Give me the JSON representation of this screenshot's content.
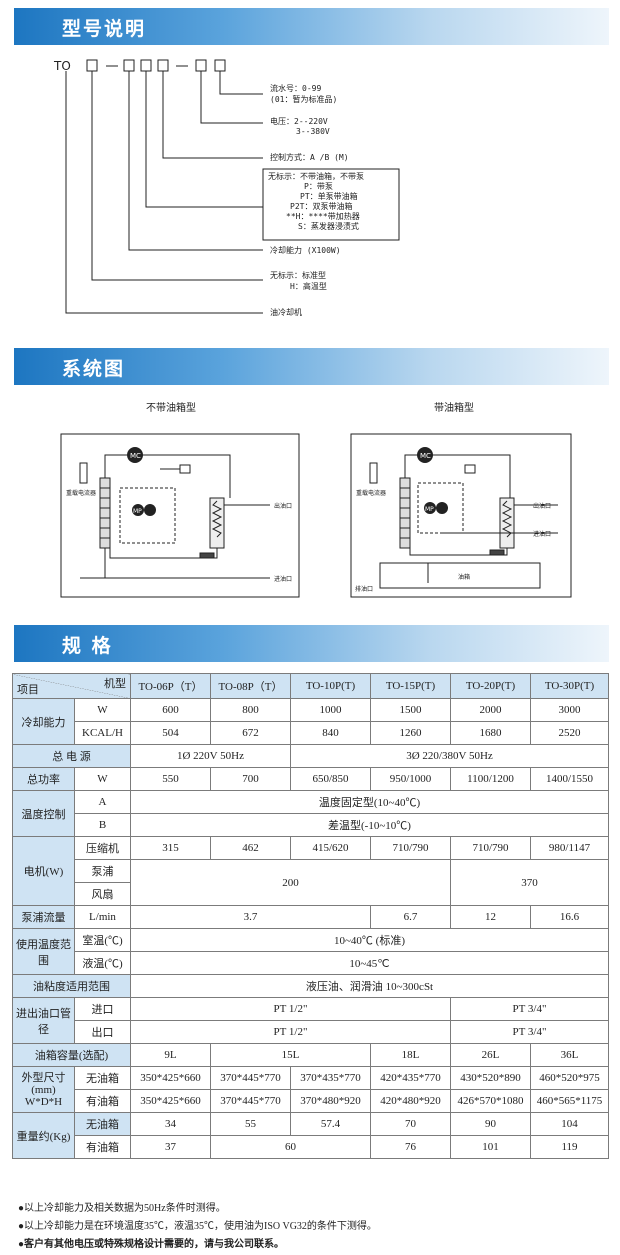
{
  "sections": {
    "model_title": "型号说明",
    "system_title": "系统图",
    "spec_title": "规  格"
  },
  "model": {
    "prefix": "TO",
    "serial_label": "流水号：0-99",
    "serial_note": "(01：暂为标准品)",
    "voltage_label": "电压：2--220V",
    "voltage_alt": "3--380V",
    "control_label": "控制方式：A /B (M)",
    "box_lines": [
      "无标示：不带油箱，不带泵",
      "P：带泵",
      "PT：单泵带油箱",
      "P2T：双泵带油箱",
      "**H：****带加热器",
      "S：蒸发器浸渍式"
    ],
    "capacity_label": "冷却能力 (X100W)",
    "type_label": "无标示：标准型",
    "type_alt": "H：高温型",
    "product_label": "油冷却机"
  },
  "system": {
    "left_title": "不带油箱型",
    "right_title": "带油箱型",
    "mc": "MC",
    "mp": "MP",
    "left_tags": {
      "flow": "重载电流器",
      "out": "出油口",
      "in": "进油口"
    },
    "right_tags": {
      "flow": "重载电流器",
      "out": "出油口",
      "in": "进油口",
      "tank": "油箱",
      "drain": "排油口"
    }
  },
  "table": {
    "header_corner_top": "机型",
    "header_corner_bottom": "项目",
    "models": [
      "TO-06P（T）",
      "TO-08P（T）",
      "TO-10P(T)",
      "TO-15P(T)",
      "TO-20P(T)",
      "TO-30P(T)"
    ],
    "cooling": {
      "label": "冷却能力",
      "w_unit": "W",
      "w": [
        "600",
        "800",
        "1000",
        "1500",
        "2000",
        "3000"
      ],
      "k_unit": "KCAL/H",
      "k": [
        "504",
        "672",
        "840",
        "1260",
        "1680",
        "2520"
      ]
    },
    "power_source": {
      "label": "总  电  源",
      "a": "1Ø 220V 50Hz",
      "b": "3Ø 220/380V 50Hz"
    },
    "total_power": {
      "label": "总功率",
      "unit": "W",
      "v": [
        "550",
        "700",
        "650/850",
        "950/1000",
        "1100/1200",
        "1400/1550"
      ]
    },
    "temp_ctrl": {
      "label": "温度控制",
      "a_unit": "A",
      "a": "温度固定型(10~40℃)",
      "b_unit": "B",
      "b": "差温型(-10~10℃)"
    },
    "motor": {
      "label": "电机(W)",
      "comp": "压缩机",
      "comp_v": [
        "315",
        "462",
        "415/620",
        "710/790",
        "710/790",
        "980/1147"
      ],
      "pump": "泵浦",
      "fan": "风扇",
      "pf_a": "200",
      "pf_b": "370"
    },
    "pump_flow": {
      "label": "泵浦流量",
      "unit": "L/min",
      "a": "3.7",
      "b": "6.7",
      "c": "12",
      "d": "16.6"
    },
    "use_temp": {
      "label": "使用温度范围",
      "room": "室温(℃)",
      "room_v": "10~40℃ (标准)",
      "oil": "液温(℃)",
      "oil_v": "10~45℃"
    },
    "viscosity": {
      "label": "油粘度适用范围",
      "v": "液压油、润滑油 10~300cSt"
    },
    "port": {
      "label": "进出油口管径",
      "in": "进口",
      "in_a": "PT 1/2\"",
      "in_b": "PT 3/4\"",
      "out": "出口",
      "out_a": "PT 1/2\"",
      "out_b": "PT 3/4\""
    },
    "tank": {
      "label": "油箱容量(选配)",
      "v": [
        "9L",
        "15L",
        "18L",
        "26L",
        "36L"
      ]
    },
    "dims": {
      "label": "外型尺寸(mm) W*D*H",
      "no": "无油箱",
      "no_v": [
        "350*425*660",
        "370*445*770",
        "370*435*770",
        "420*435*770",
        "430*520*890",
        "460*520*975"
      ],
      "yes": "有油箱",
      "yes_v": [
        "350*425*660",
        "370*445*770",
        "370*480*920",
        "420*480*920",
        "426*570*1080",
        "460*565*1175"
      ]
    },
    "weight": {
      "label": "重量约(Kg)",
      "no": "无油箱",
      "no_v": [
        "34",
        "55",
        "57.4",
        "70",
        "90",
        "104"
      ],
      "yes": "有油箱",
      "yes_v": [
        "37",
        "60",
        "76",
        "101",
        "119"
      ]
    }
  },
  "notes": [
    "●以上冷却能力及相关数据为50Hz条件时测得。",
    "●以上冷却能力是在环境温度35℃，液温35℃，使用油为ISO VG32的条件下测得。",
    "●客户有其他电压或特殊规格设计需要的，请与我公司联系。"
  ]
}
